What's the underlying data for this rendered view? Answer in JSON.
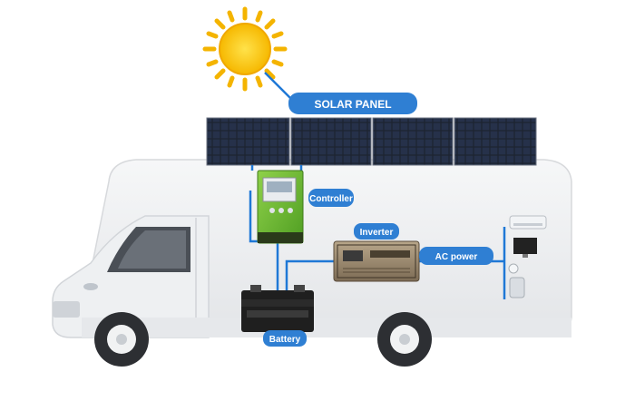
{
  "labels": {
    "solar_panel": "SOLAR PANEL",
    "controller": "Controller",
    "inverter": "Inverter",
    "ac_power": "AC power",
    "battery": "Battery"
  },
  "colors": {
    "label_blue": "#2f7fd3",
    "wire_blue": "#1f78d6",
    "controller_green": "#6fbf2f",
    "panel_dark": "#1c2330",
    "sun_yellow": "#f7c21a"
  },
  "icons": [
    "sun-icon",
    "solar-panel-icon",
    "controller-icon",
    "inverter-icon",
    "battery-icon",
    "appliance-icons"
  ]
}
